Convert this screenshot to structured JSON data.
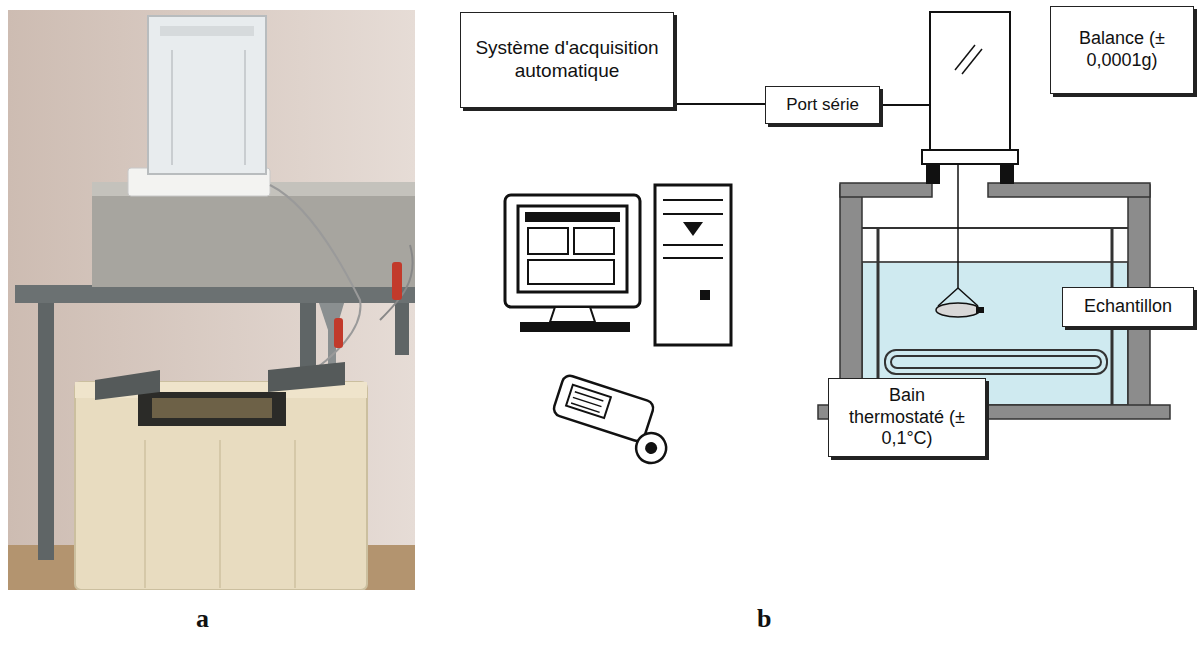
{
  "diagram": {
    "nodes": [
      {
        "text": [
          "Système d'acquisition automatique"
        ]
      },
      {
        "text": [
          "Port série"
        ]
      },
      {
        "text": [
          "Balance (± 0,0001g)"
        ]
      },
      {
        "text": [
          "Echantillon"
        ]
      },
      {
        "text": [
          "Bain thermostaté (± 0,1°C)"
        ]
      }
    ],
    "edges": [
      {
        "from": 0,
        "to": 1,
        "arrow": "none"
      }
    ],
    "labels": [
      "a",
      "b"
    ]
  }
}
